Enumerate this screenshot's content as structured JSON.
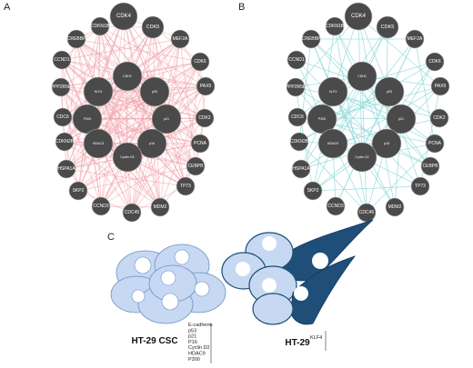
{
  "panels": {
    "a": {
      "letter": "A",
      "edge_color": "#f0a0a8"
    },
    "b": {
      "letter": "B",
      "edge_color": "#8fd7da"
    },
    "c": {
      "letter": "C"
    }
  },
  "node_color": "#4a4a4a",
  "network_nodes": [
    {
      "label": "CDK4",
      "size": "large"
    },
    {
      "label": "CDK5",
      "size": "medium"
    },
    {
      "label": "MEF2A",
      "size": "small"
    },
    {
      "label": "CDK6",
      "size": "small"
    },
    {
      "label": "PAX9",
      "size": "small"
    },
    {
      "label": "CDK2",
      "size": "small"
    },
    {
      "label": "PCNA",
      "size": "small"
    },
    {
      "label": "CEBPB",
      "size": "small"
    },
    {
      "label": "TP73",
      "size": "small"
    },
    {
      "label": "MDM2",
      "size": "small"
    },
    {
      "label": "CDC45",
      "size": "small"
    },
    {
      "label": "CCND3",
      "size": "small"
    },
    {
      "label": "SKP2",
      "size": "small"
    },
    {
      "label": "HSPA1A",
      "size": "small"
    },
    {
      "label": "CDKN2B",
      "size": "small"
    },
    {
      "label": "CDC6",
      "size": "small"
    },
    {
      "label": "PPP2R5E",
      "size": "small"
    },
    {
      "label": "CCND1",
      "size": "small"
    },
    {
      "label": "CREBBP",
      "size": "small"
    },
    {
      "label": "CDKN1B",
      "size": "small"
    },
    {
      "label": "CDH1",
      "size": "inner"
    },
    {
      "label": "KLF4",
      "size": "inner"
    },
    {
      "label": "p53",
      "size": "inner"
    },
    {
      "label": "P300",
      "size": "inner"
    },
    {
      "label": "p21",
      "size": "inner"
    },
    {
      "label": "HDAC9",
      "size": "inner"
    },
    {
      "label": "p16",
      "size": "inner"
    },
    {
      "label": "Cyclin D2",
      "size": "inner"
    }
  ],
  "cells": {
    "csc": {
      "title": "HT-29 CSC",
      "markers": [
        "E-cadherin",
        "p53",
        "p21",
        "P16",
        "Cyclin D2",
        "HDAC9",
        "P300"
      ],
      "fill": "#c7d8f2",
      "stroke": "#6a8fc9"
    },
    "ht29": {
      "title": "HT-29",
      "markers": [
        "KLF4"
      ],
      "fill": "#1f4e79",
      "light_fill": "#c7d8f2"
    }
  }
}
